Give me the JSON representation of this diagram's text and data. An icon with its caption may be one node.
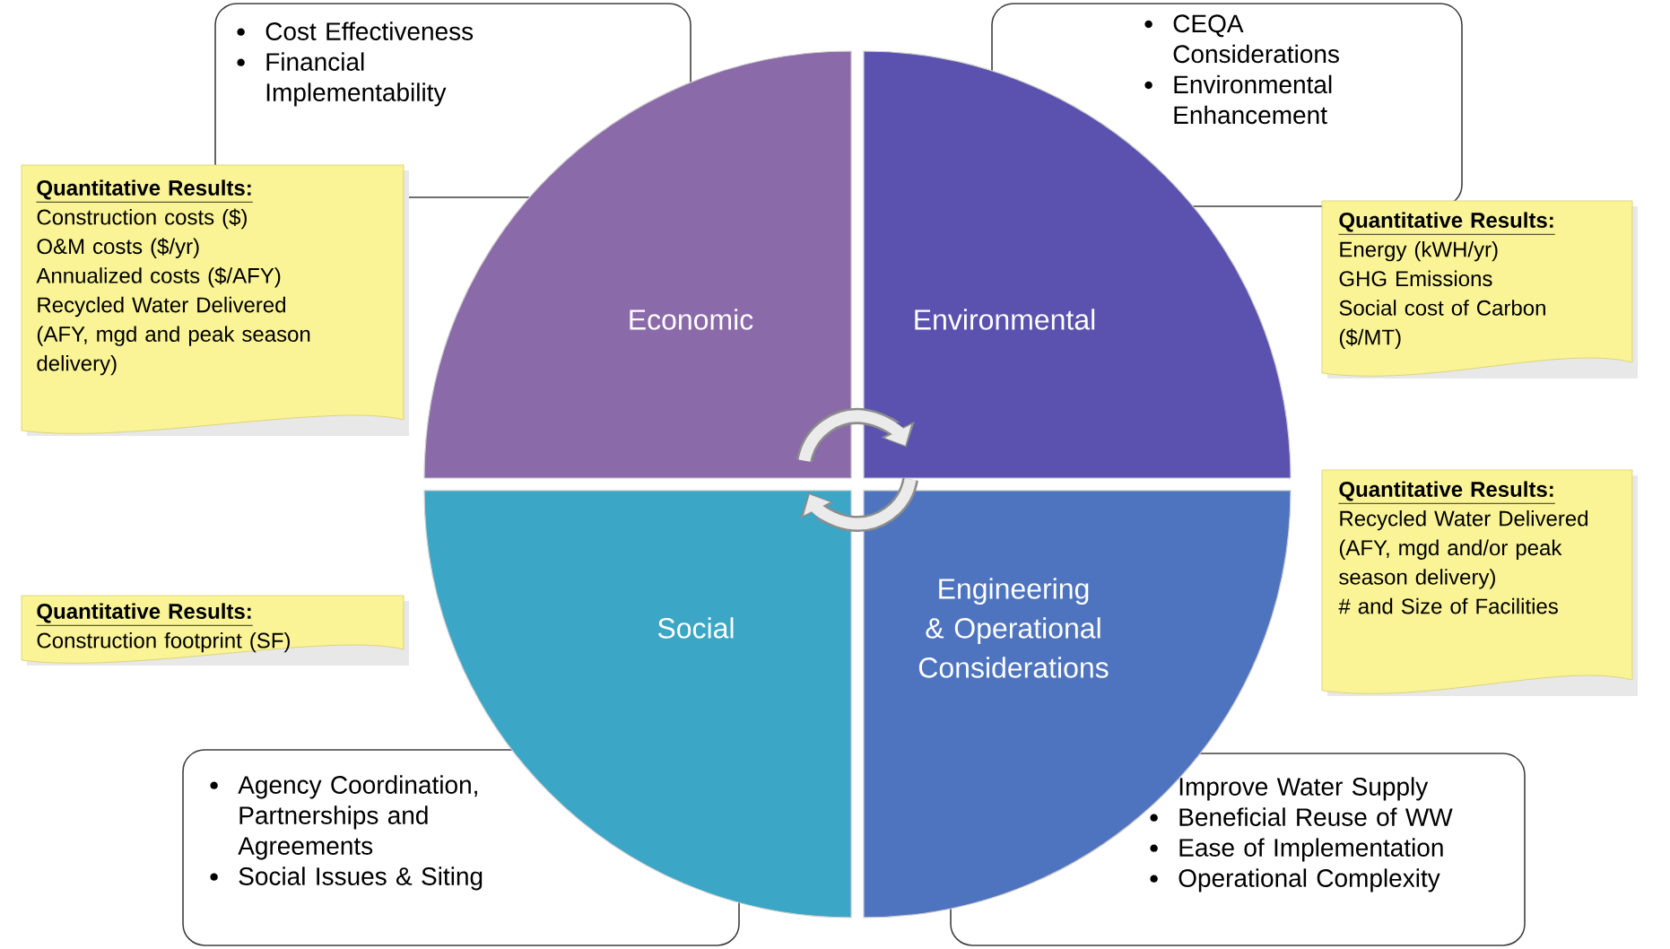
{
  "diagram": {
    "nodes": [
      {
        "text": [
          "Cost Effectiveness",
          "Financial Implementability"
        ]
      },
      {
        "text": [
          "CEQA Considerations",
          "Environmental Enhancement"
        ]
      },
      {
        "text": [
          "Quantitative Results:",
          "Construction costs ($)",
          "O&M costs ($/yr)",
          "Annualized costs ($/AFY)",
          "Recycled Water Delivered (AFY, mgd and peak season delivery)"
        ]
      },
      {
        "text": [
          "Quantitative Results:",
          "Energy (kWH/yr)",
          "GHG Emissions",
          "Social cost of Carbon ($/MT)"
        ]
      },
      {
        "text": [
          "Economic"
        ]
      },
      {
        "text": [
          "Environmental"
        ]
      },
      {
        "text": [
          "Quantitative Results:",
          "Recycled Water Delivered (AFY, mgd and/or peak season delivery)",
          "# and Size of Facilities"
        ]
      },
      {
        "text": [
          "Social"
        ]
      },
      {
        "text": [
          "Engineering & Operational Considerations"
        ]
      },
      {
        "text": [
          "Quantitative Results:",
          "Construction footprint (SF)"
        ]
      },
      {
        "text": [
          "Agency Coordination, Partnerships and Agreements",
          "Social Issues & Siting"
        ]
      },
      {
        "text": [
          "Improve Water Supply",
          "Beneficial Reuse of WW",
          "Ease of Implementation",
          "Operational Complexity"
        ]
      }
    ]
  }
}
